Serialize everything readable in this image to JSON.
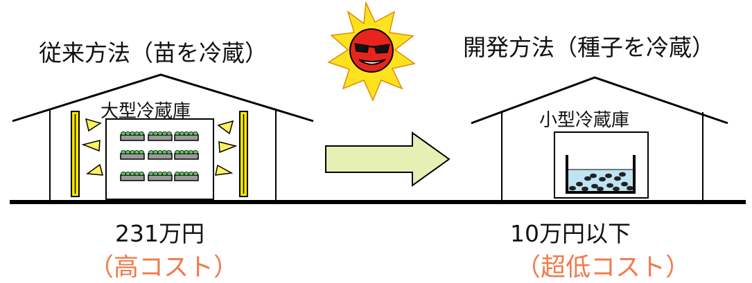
{
  "conventional": {
    "title": "従来方法（苗を冷蔵）",
    "fridge_label": "大型冷蔵庫",
    "cost": "231万円",
    "cost_note": "（高コスト）"
  },
  "developed": {
    "title": "開発方法（種子を冷蔵）",
    "fridge_label": "小型冷蔵庫",
    "cost": "10万円以下",
    "cost_note": "（超低コスト）"
  },
  "colors": {
    "arrow_fill": "#e6f0b4",
    "lamp_yellow": "#f5e600",
    "light_ray": "#fff35a",
    "sun_red": "#e8241c",
    "sun_yellow": "#ffe21e",
    "water": "#bfe3f2",
    "cost_note": "#f07a4a",
    "seedling_green": "#5cc25c"
  }
}
